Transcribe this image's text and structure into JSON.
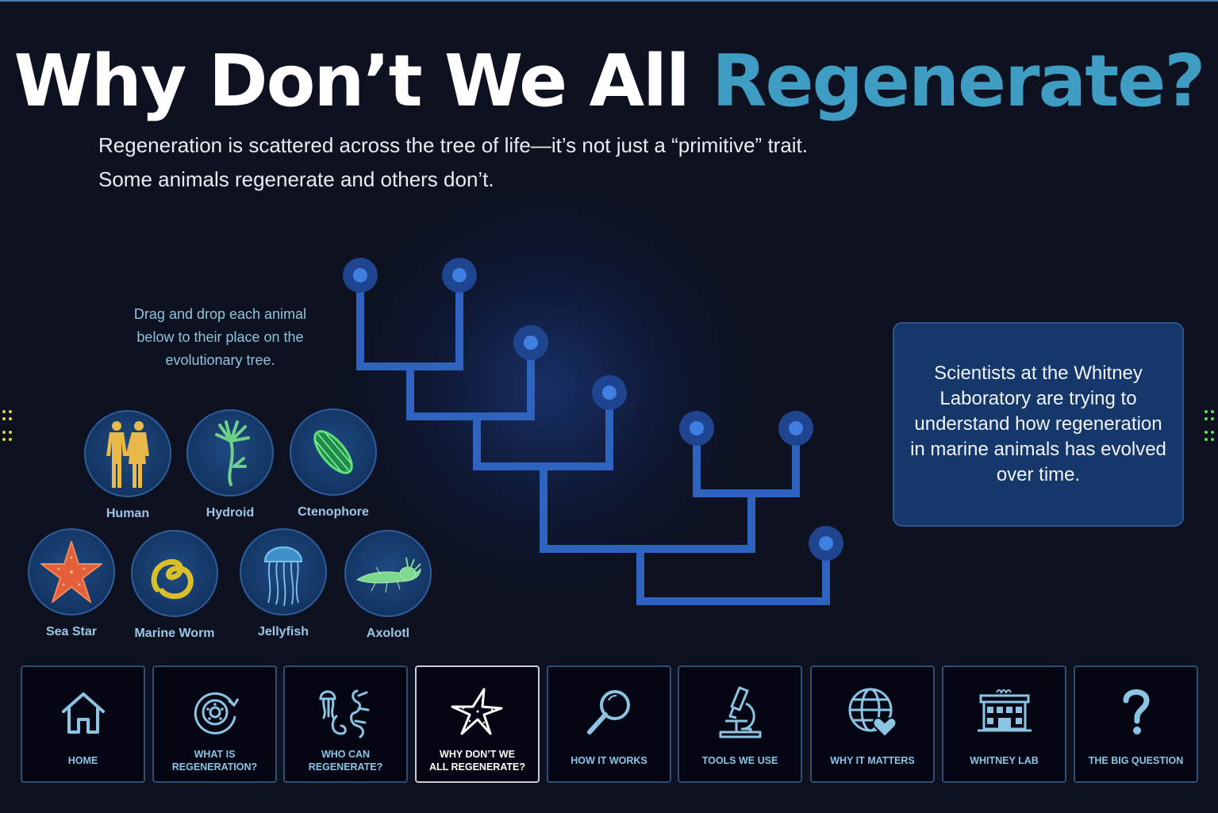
{
  "title": {
    "part1": "Why Don’t We All",
    "part2": "Regenerate?"
  },
  "subtitle": {
    "line1": "Regeneration is scattered across the tree of life—it’s not just a “primitive” trait.",
    "line2": "Some animals regenerate and others don’t."
  },
  "instructions": "Drag and drop each animal below to their place on the evolutionary tree.",
  "animals": [
    {
      "label": "Human",
      "icon": "human-couple-icon"
    },
    {
      "label": "Hydroid",
      "icon": "hydroid-icon"
    },
    {
      "label": "Ctenophore",
      "icon": "ctenophore-icon"
    },
    {
      "label": "Sea Star",
      "icon": "sea-star-icon"
    },
    {
      "label": "Marine Worm",
      "icon": "marine-worm-icon"
    },
    {
      "label": "Jellyfish",
      "icon": "jellyfish-icon"
    },
    {
      "label": "Axolotl",
      "icon": "axolotl-icon"
    }
  ],
  "info_box": "Scientists at the Whitney Laboratory are trying to understand how regeneration in marine animals has evolved over time.",
  "nav": [
    {
      "label": "HOME",
      "icon": "home-icon",
      "active": false
    },
    {
      "label": "WHAT IS\nREGENERATION?",
      "icon": "regeneration-cycle-icon",
      "active": false
    },
    {
      "label": "WHO CAN\nREGENERATE?",
      "icon": "marine-animals-icon",
      "active": false
    },
    {
      "label": "WHY DON’T WE\nALL REGENERATE?",
      "icon": "starfish-icon",
      "active": true
    },
    {
      "label": "HOW IT WORKS",
      "icon": "magnifier-icon",
      "active": false
    },
    {
      "label": "TOOLS WE USE",
      "icon": "microscope-icon",
      "active": false
    },
    {
      "label": "WHY IT MATTERS",
      "icon": "globe-heart-icon",
      "active": false
    },
    {
      "label": "WHITNEY LAB",
      "icon": "building-icon",
      "active": false
    },
    {
      "label": "THE BIG QUESTION",
      "icon": "question-mark-icon",
      "active": false
    }
  ],
  "colors": {
    "background": "#0d1120",
    "accent_blue": "#3f9dc4",
    "tree_blue": "#2f63c0",
    "nav_label": "#8cc4e4",
    "info_box": "#15376a"
  }
}
